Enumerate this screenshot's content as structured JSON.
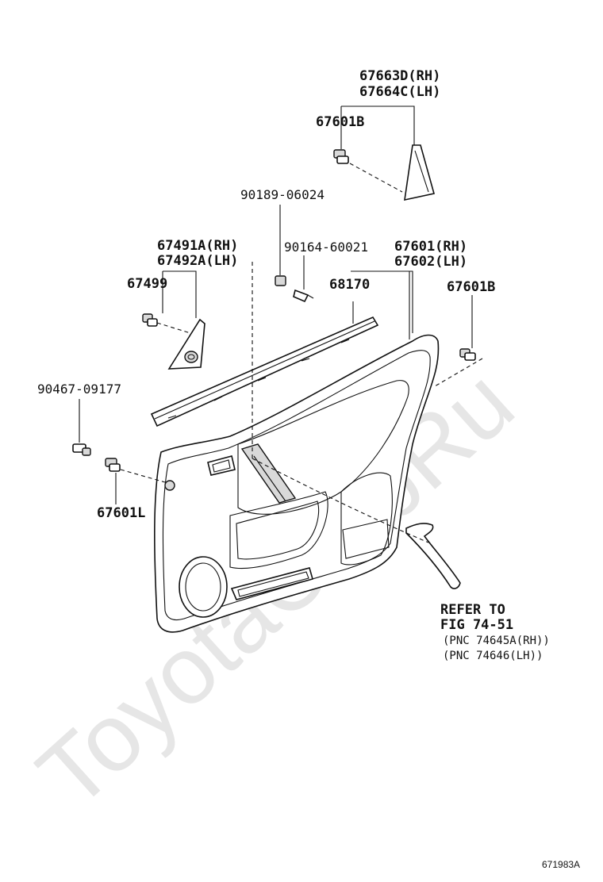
{
  "watermark": "ToyotaClubRu",
  "diagram_id": "671983A",
  "labels": {
    "p67663d": "67663D(RH)",
    "p67664c": "67664C(LH)",
    "p67601b_top": "67601B",
    "p90189": "90189-06024",
    "p67491a": "67491A(RH)",
    "p67492a": "67492A(LH)",
    "p90164": "90164-60021",
    "p67601": "67601(RH)",
    "p67602": "67602(LH)",
    "p67499": "67499",
    "p68170": "68170",
    "p67601b_right": "67601B",
    "p90467": "90467-09177",
    "p67601l": "67601L",
    "refer1": "REFER TO",
    "refer2": "FIG 74-51",
    "refer3": "(PNC 74645A(RH))",
    "refer4": "(PNC 74646(LH))"
  },
  "colors": {
    "line": "#111111",
    "shade": "#d9d9d9",
    "watermark": "#e6e6e6",
    "background": "#ffffff"
  }
}
